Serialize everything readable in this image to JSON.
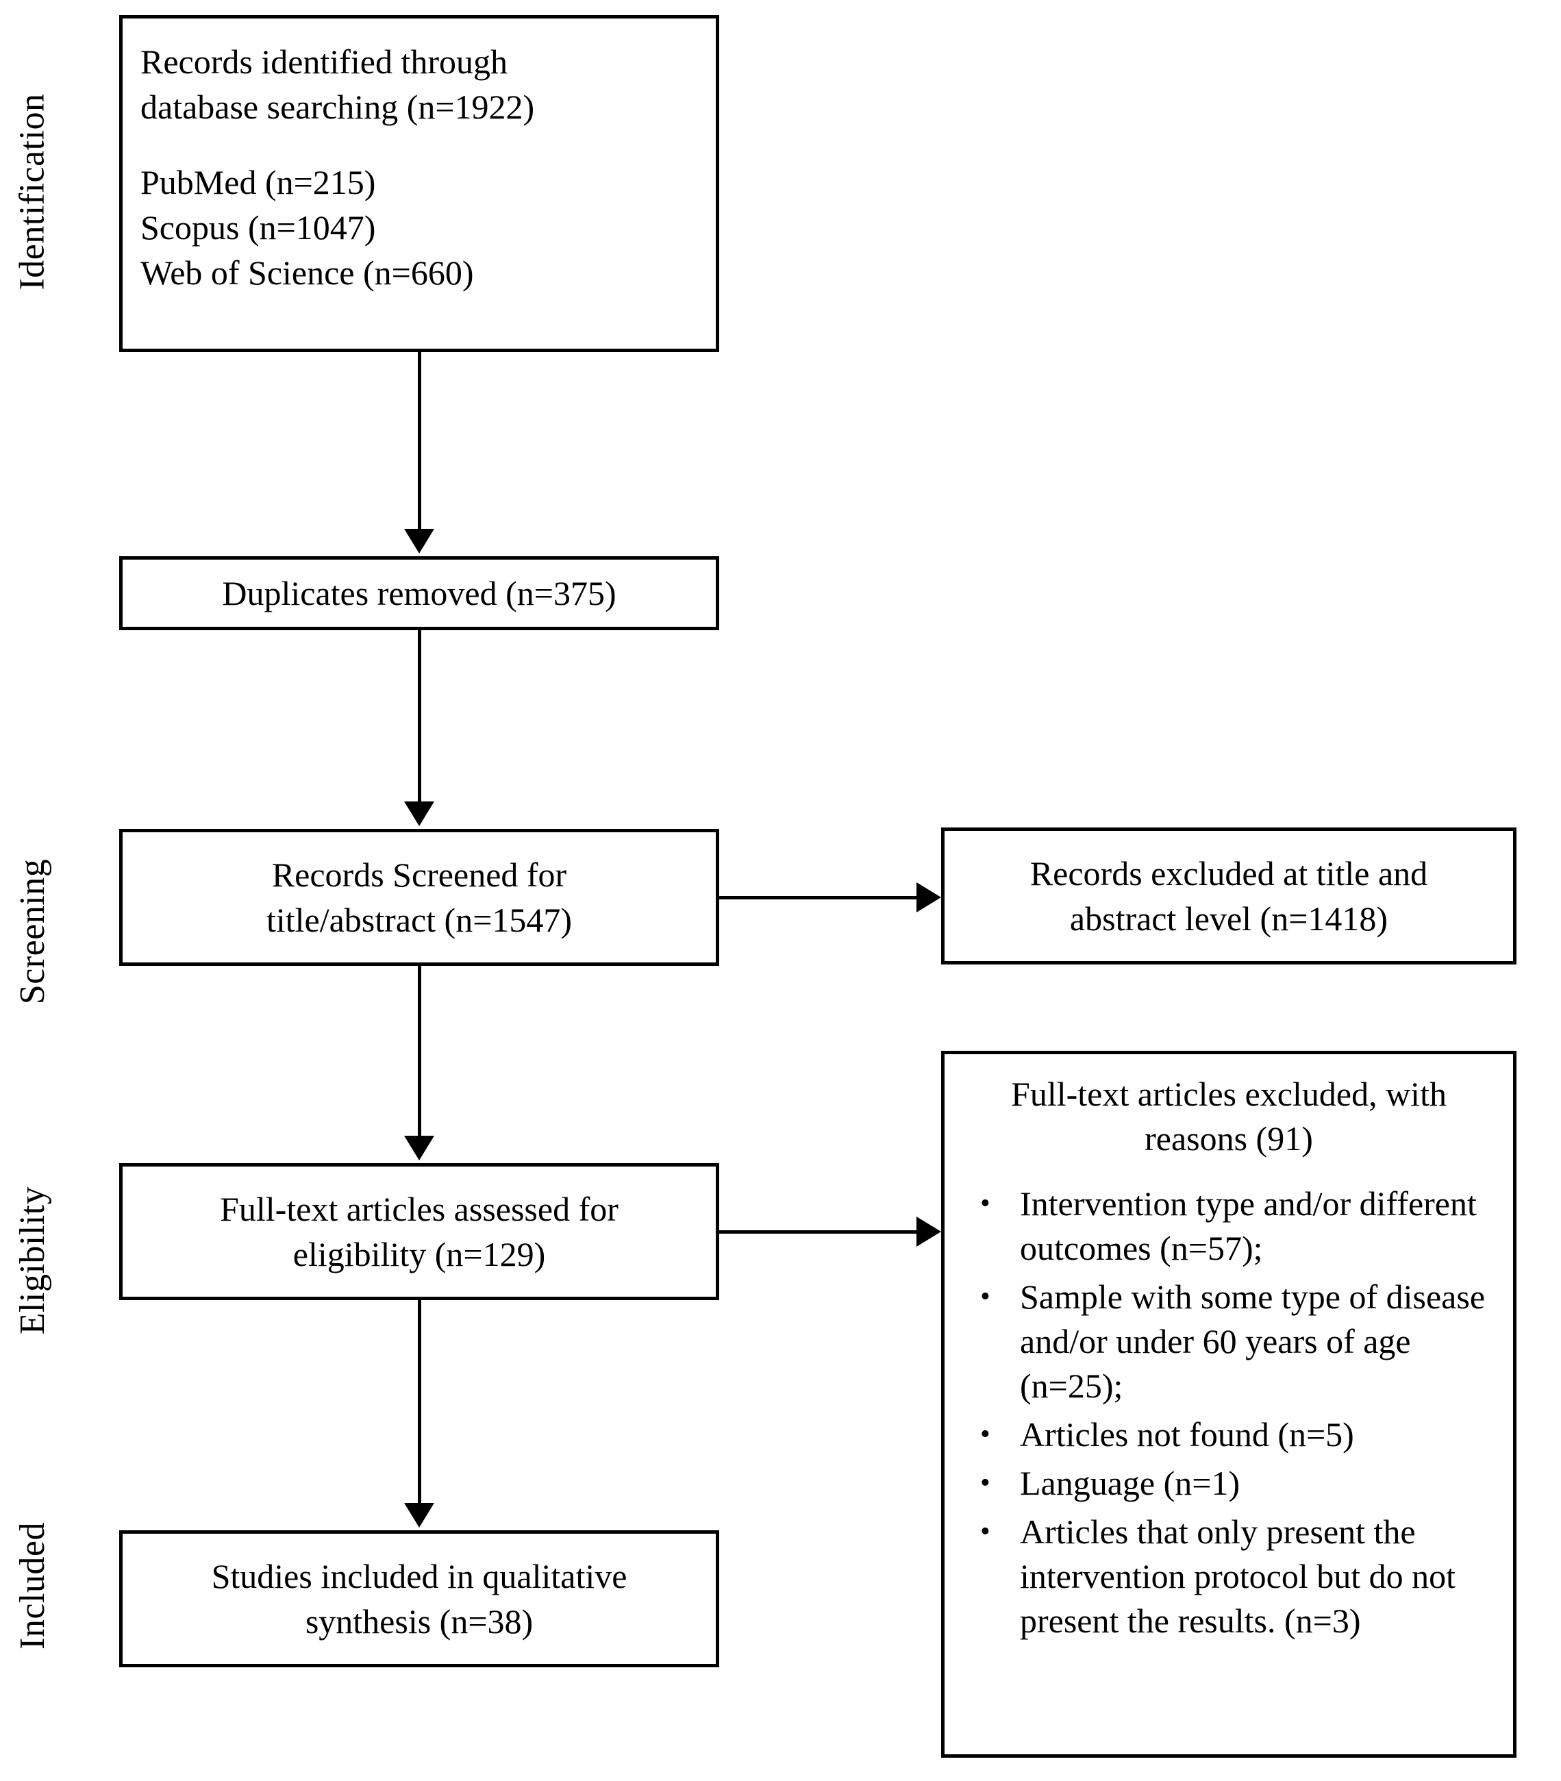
{
  "diagram": {
    "type": "prisma-flow-diagram",
    "stages": [
      {
        "id": "identification",
        "label": "Identification"
      },
      {
        "id": "screening",
        "label": "Screening"
      },
      {
        "id": "eligibility",
        "label": "Eligibility"
      },
      {
        "id": "included",
        "label": "Included"
      }
    ],
    "boxes": {
      "identified": {
        "lines": [
          "Records identified through",
          "database searching (n=1922)"
        ],
        "sources": [
          "PubMed (n=215)",
          "Scopus (n=1047)",
          "Web of Science (n=660)"
        ]
      },
      "duplicates": {
        "lines": [
          "Duplicates removed (n=375)"
        ]
      },
      "screened": {
        "lines": [
          "Records Screened for",
          "title/abstract (n=1547)"
        ]
      },
      "excluded_screening": {
        "lines": [
          "Records excluded at title and",
          "abstract level (n=1418)"
        ]
      },
      "fulltext_assessed": {
        "lines": [
          "Full-text articles assessed for",
          "eligibility (n=129)"
        ]
      },
      "excluded_fulltext": {
        "heading": [
          "Full-text articles excluded, with",
          "reasons (91)"
        ],
        "bullet": "•",
        "reasons": [
          "Intervention type and/or different outcomes (n=57);",
          "Sample with some type of disease and/or under 60 years of age (n=25);",
          "Articles not found (n=5)",
          "Language (n=1)",
          "Articles that only present the intervention protocol but do not present the results. (n=3)"
        ]
      },
      "included_studies": {
        "lines": [
          "Studies included in qualitative",
          "synthesis (n=38)"
        ]
      }
    },
    "counts": {
      "records_identified": 1922,
      "pubmed": 215,
      "scopus": 1047,
      "web_of_science": 660,
      "duplicates_removed": 375,
      "records_screened": 1547,
      "records_excluded_title_abstract": 1418,
      "fulltext_assessed": 129,
      "fulltext_excluded": 91,
      "reason_intervention_outcomes": 57,
      "reason_disease_or_under_60": 25,
      "reason_not_found": 5,
      "reason_language": 1,
      "reason_protocol_only": 3,
      "studies_included": 38
    },
    "colors": {
      "stroke": "#000000",
      "fill": "#ffffff",
      "text": "#000000"
    }
  }
}
